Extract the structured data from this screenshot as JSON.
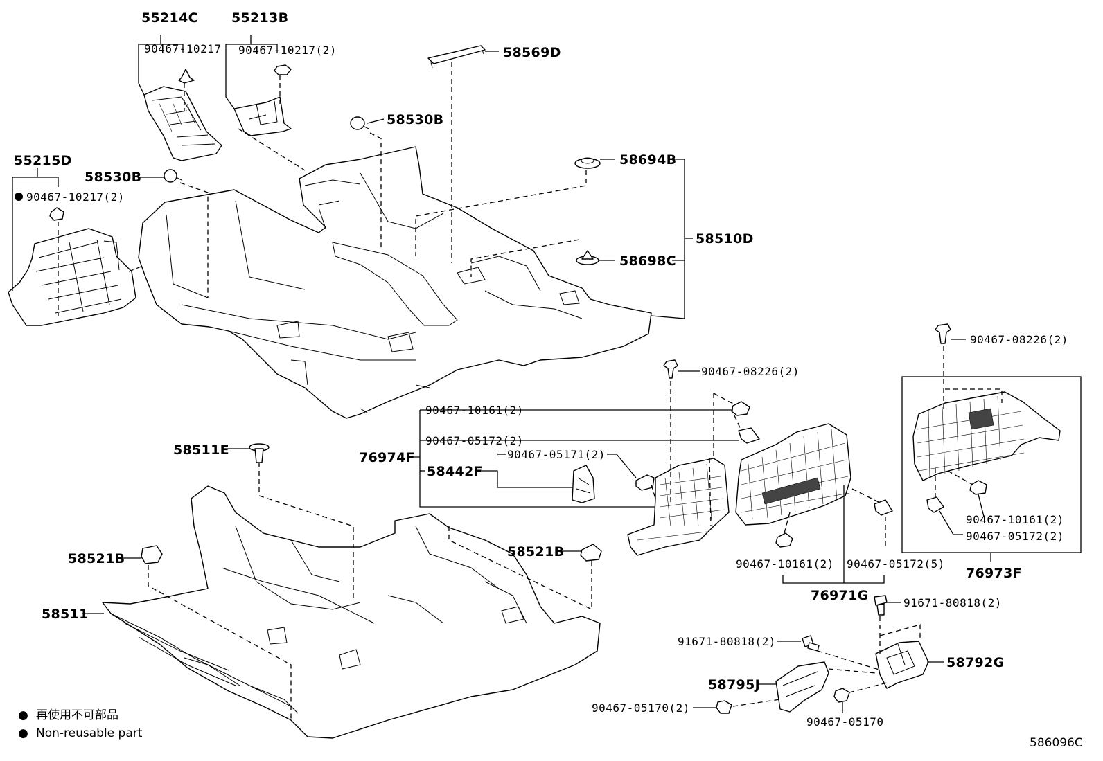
{
  "diagram": {
    "drawing_code": "586096C",
    "legend": {
      "bullet": "●",
      "japanese": "再使用不可部品",
      "english": "Non-reusable part"
    },
    "labels": {
      "p55214C": "55214C",
      "p55214C_sub": "90467-10217",
      "p55213B": "55213B",
      "p55213B_sub": "90467-10217(2)",
      "p58569D": "58569D",
      "p58530B_top": "58530B",
      "p55215D": "55215D",
      "p55215D_sub": "90467-10217(2)",
      "p58530B_left": "58530B",
      "p58694B": "58694B",
      "p58510D": "58510D",
      "p58698C": "58698C",
      "p90467_08226_mid": "90467-08226(2)",
      "p90467_08226_right": "90467-08226(2)",
      "p90467_10161_a": "90467-10161(2)",
      "p90467_05172_a": "90467-05172(2)",
      "p76974F": "76974F",
      "p58442F": "58442F",
      "p90467_05171": "90467-05171(2)",
      "p90467_10161_b": "90467-10161(2)",
      "p90467_05172_b": "90467-05172(2)",
      "p76973F": "76973F",
      "p90467_10161_c": "90467-10161(2)",
      "p90467_05172_c": "90467-05172(5)",
      "p76971G": "76971G",
      "p58511E": "58511E",
      "p58521B_left": "58521B",
      "p58521B_right": "58521B",
      "p58511": "58511",
      "p91671_80818_right": "91671-80818(2)",
      "p91671_80818_left": "91671-80818(2)",
      "p58792G": "58792G",
      "p58795J": "58795J",
      "p90467_05170_left": "90467-05170(2)",
      "p90467_05170_bottom": "90467-05170"
    }
  }
}
